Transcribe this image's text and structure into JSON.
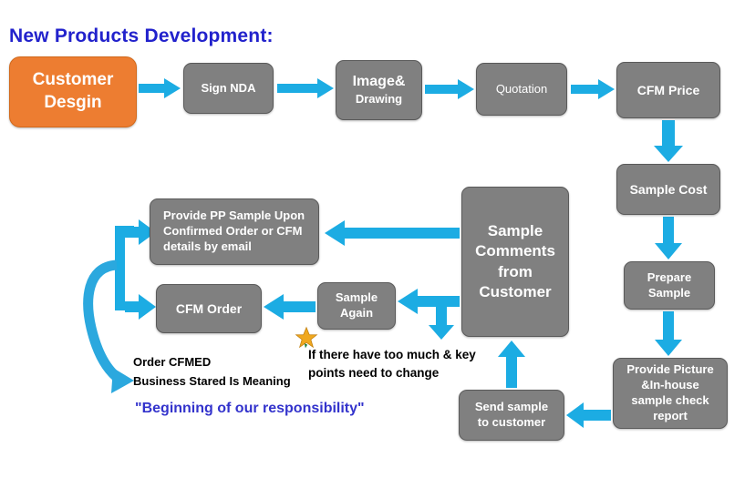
{
  "title": "New Products Development:",
  "colors": {
    "title_blue": "#2222CC",
    "accent_blue": "#3333CC",
    "arrow_blue": "#1CACE3",
    "box_gray": "#808080",
    "box_orange": "#ED7D31",
    "star_gold": "#F0A81E"
  },
  "nodes": {
    "customer_design": "Customer\nDesgin",
    "sign_nda": "Sign NDA",
    "image_line1": "Image&",
    "image_line2": "Drawing",
    "quotation": "Quotation",
    "cfm_price": "CFM Price",
    "sample_cost": "Sample Cost",
    "prepare_sample": "Prepare\nSample",
    "provide_picture": "Provide Picture\n&In-house\nsample check\nreport",
    "sample_comments": "Sample\nComments\nfrom\nCustomer",
    "send_sample": "Send sample\nto customer",
    "sample_again": "Sample\nAgain",
    "cfm_order": "CFM Order",
    "provide_pp": "Provide PP Sample Upon Confirmed Order or CFM details by email"
  },
  "notes": {
    "change_note": "If there have too much & key\npoints need to change",
    "order_note": "Order CFMED\nBusiness Stared Is  Meaning",
    "responsibility": "\"Beginning of our responsibility\""
  },
  "icons": {
    "star": "star-icon"
  }
}
